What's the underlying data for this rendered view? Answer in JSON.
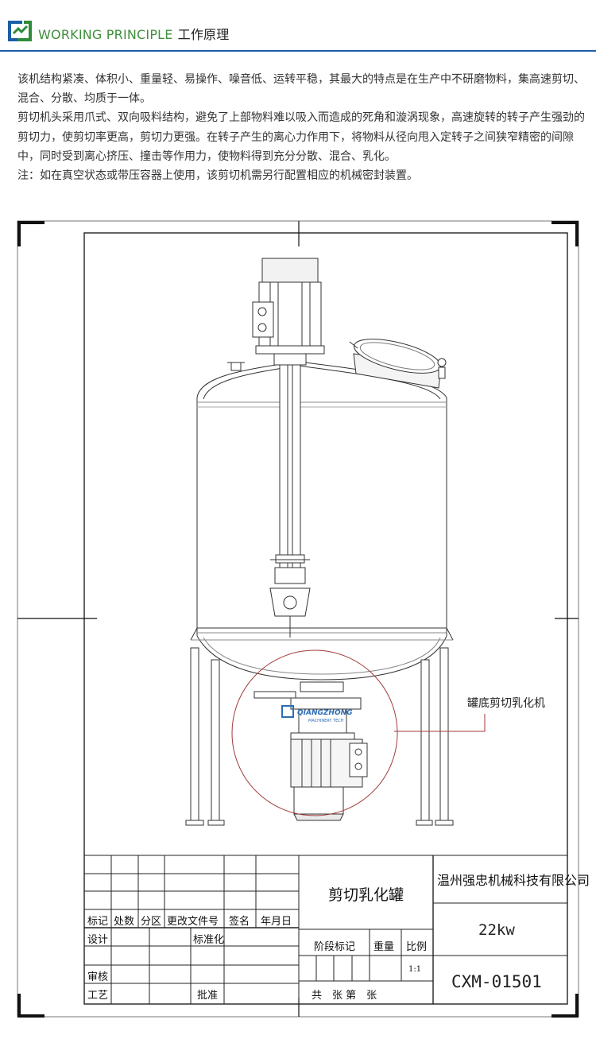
{
  "header": {
    "title_en": "WORKING PRINCIPLE",
    "title_cn": "工作原理",
    "logo_icon": "brand-logo-icon"
  },
  "description": {
    "paragraphs": [
      "该机结构紧凑、体积小、重量轻、易操作、噪音低、运转平稳，其最大的特点是在生产中不研磨物料，集高速剪切、混合、分散、均质于一体。",
      "剪切机头采用爪式、双向吸料结构，避免了上部物料难以吸入而造成的死角和漩涡现象，高速旋转的转子产生强劲的剪切力，使剪切率更高，剪切力更强。在转子产生的离心力作用下，将物料从径向甩入定转子之间狭窄精密的间隙中，同时受到离心挤压、撞击等作用力，使物料得到充分分散、混合、乳化。",
      "注：如在真空状态或带压容器上使用，该剪切机需另行配置相应的机械密封装置。"
    ]
  },
  "drawing": {
    "callout_label": "罐底剪切乳化机",
    "watermark": "QIANGZHONG",
    "watermark_sub": "MACHINERY TECH",
    "callout_color": "#a33a3a",
    "title_block": {
      "drawing_name": "剪切乳化罐",
      "company": "温州强忠机械科技有限公司",
      "power": "22kw",
      "drawing_no": "CXM-01501",
      "rev_headers": [
        "标记",
        "处数",
        "分区",
        "更改文件号",
        "签名",
        "年月日"
      ],
      "left_labels": {
        "design": "设计",
        "standardize": "标准化",
        "review": "审核",
        "process": "工艺",
        "approve": "批准"
      },
      "stage_headers": {
        "stage_mark": "阶段标记",
        "weight": "重量",
        "scale": "比例"
      },
      "scale_value": "1:1",
      "sheet_info": "共　张 第　张"
    }
  }
}
